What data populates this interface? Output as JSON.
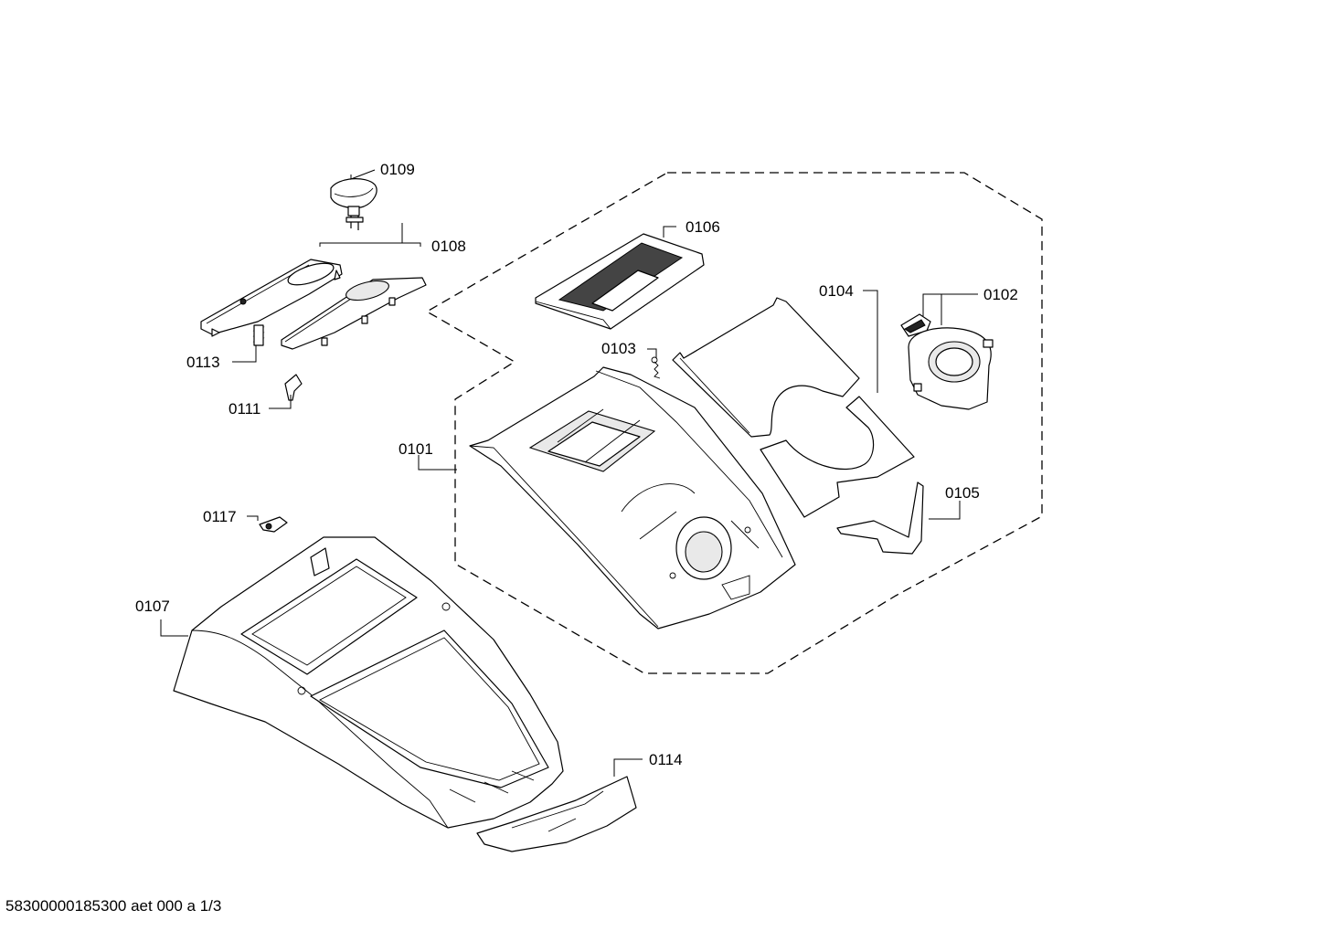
{
  "labels": {
    "p0101": "0101",
    "p0102": "0102",
    "p0103": "0103",
    "p0104": "0104",
    "p0105": "0105",
    "p0106": "0106",
    "p0107": "0107",
    "p0108": "0108",
    "p0109": "0109",
    "p0111": "0111",
    "p0113": "0113",
    "p0114": "0114",
    "p0117": "0117"
  },
  "footer": "58300000185300 aet 000 a 1/3"
}
